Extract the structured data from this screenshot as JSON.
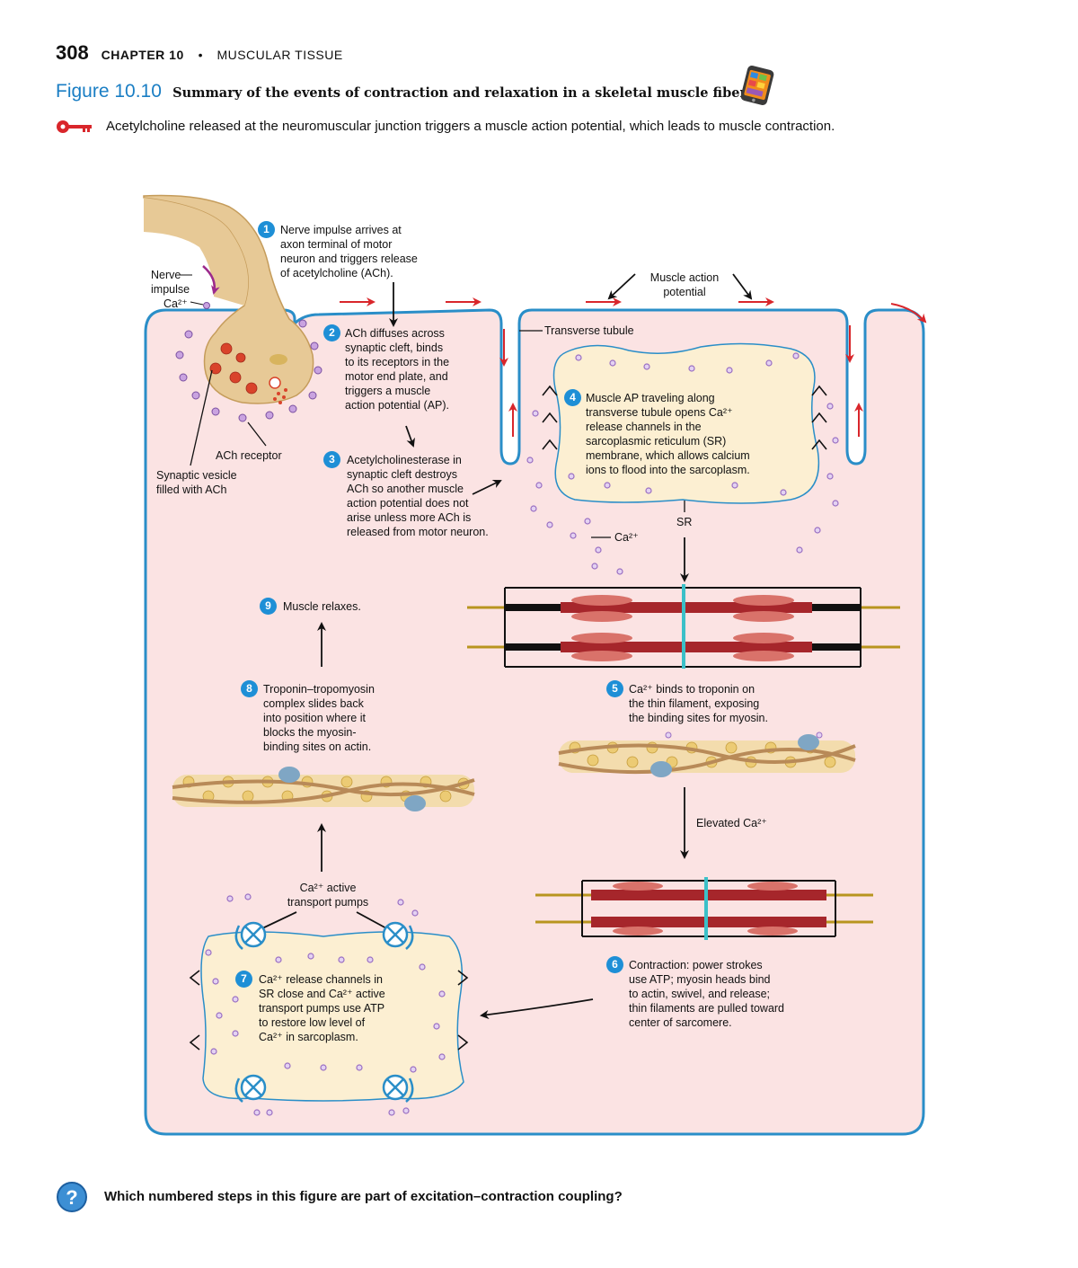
{
  "header": {
    "page_number": "308",
    "chapter": "CHAPTER 10",
    "separator": "•",
    "section": "MUSCULAR TISSUE"
  },
  "figure": {
    "number": "Figure 10.10",
    "caption": "Summary of the events of contraction and relaxation in a skeletal muscle fiber.",
    "key_concept": "Acetylcholine released at the neuromuscular junction triggers a muscle action potential, which leads to muscle contraction."
  },
  "labels": {
    "nerve_impulse_line1": "Nerve",
    "nerve_impulse_line2": "impulse",
    "ca_ion": "Ca²⁺",
    "ach_receptor": "ACh receptor",
    "synaptic_vesicle_line1": "Synaptic vesicle",
    "synaptic_vesicle_line2": "filled with ACh",
    "muscle_action_potential_line1": "Muscle action",
    "muscle_action_potential_line2": "potential",
    "transverse_tubule": "Transverse tubule",
    "sr": "SR",
    "ca_sr": "Ca²⁺",
    "elevated_ca": "Elevated Ca²⁺",
    "ca_pumps_line1": "Ca²⁺ active",
    "ca_pumps_line2": "transport pumps"
  },
  "steps": [
    {
      "num": "1",
      "lines": [
        "Nerve impulse arrives at",
        "axon terminal of motor",
        "neuron and triggers release",
        "of acetylcholine (ACh)."
      ]
    },
    {
      "num": "2",
      "lines": [
        "ACh diffuses across",
        "synaptic cleft, binds",
        "to its receptors in the",
        "motor end plate, and",
        "triggers a muscle",
        "action potential (AP)."
      ]
    },
    {
      "num": "3",
      "lines": [
        "Acetylcholinesterase in",
        "synaptic cleft destroys",
        "ACh so another muscle",
        "action potential does not",
        "arise unless more ACh is",
        "released from motor neuron."
      ]
    },
    {
      "num": "4",
      "lines": [
        "Muscle AP traveling along",
        "transverse tubule opens Ca²⁺",
        "release channels in the",
        "sarcoplasmic reticulum (SR)",
        "membrane, which allows calcium",
        "ions to flood into the sarcoplasm."
      ]
    },
    {
      "num": "5",
      "lines": [
        "Ca²⁺ binds to troponin on",
        "the thin filament, exposing",
        "the binding sites for myosin."
      ]
    },
    {
      "num": "6",
      "lines": [
        "Contraction: power strokes",
        "use ATP; myosin heads bind",
        "to actin, swivel, and release;",
        "thin filaments are pulled toward",
        "center of sarcomere."
      ]
    },
    {
      "num": "7",
      "lines": [
        "Ca²⁺ release channels in",
        "SR close and Ca²⁺ active",
        "transport pumps use ATP",
        "to restore low level of",
        "Ca²⁺ in sarcoplasm."
      ]
    },
    {
      "num": "8",
      "lines": [
        "Troponin–tropomyosin",
        "complex slides back",
        "into position where it",
        "blocks the myosin-",
        "binding sites on actin."
      ]
    },
    {
      "num": "9",
      "lines": [
        "Muscle relaxes."
      ]
    }
  ],
  "question": "Which numbered steps in this figure are part of excitation–contraction coupling?"
}
